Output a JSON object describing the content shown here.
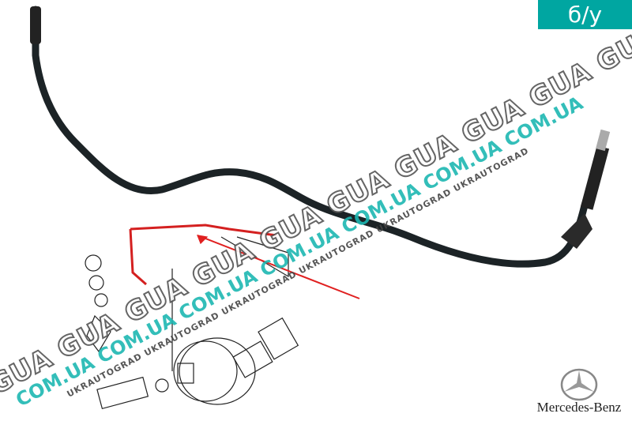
{
  "badge": {
    "label": "б/у",
    "color": "#00a6a1"
  },
  "watermark": {
    "word": "GUA",
    "domain": "COM.UA",
    "brand": "UKRAUTOGRAD"
  },
  "logo": {
    "brand_name": "Mercedes-Benz"
  },
  "colors": {
    "pipe": "#1c2326",
    "diagram_pipe": "#d42020",
    "arrow": "#e02020"
  }
}
